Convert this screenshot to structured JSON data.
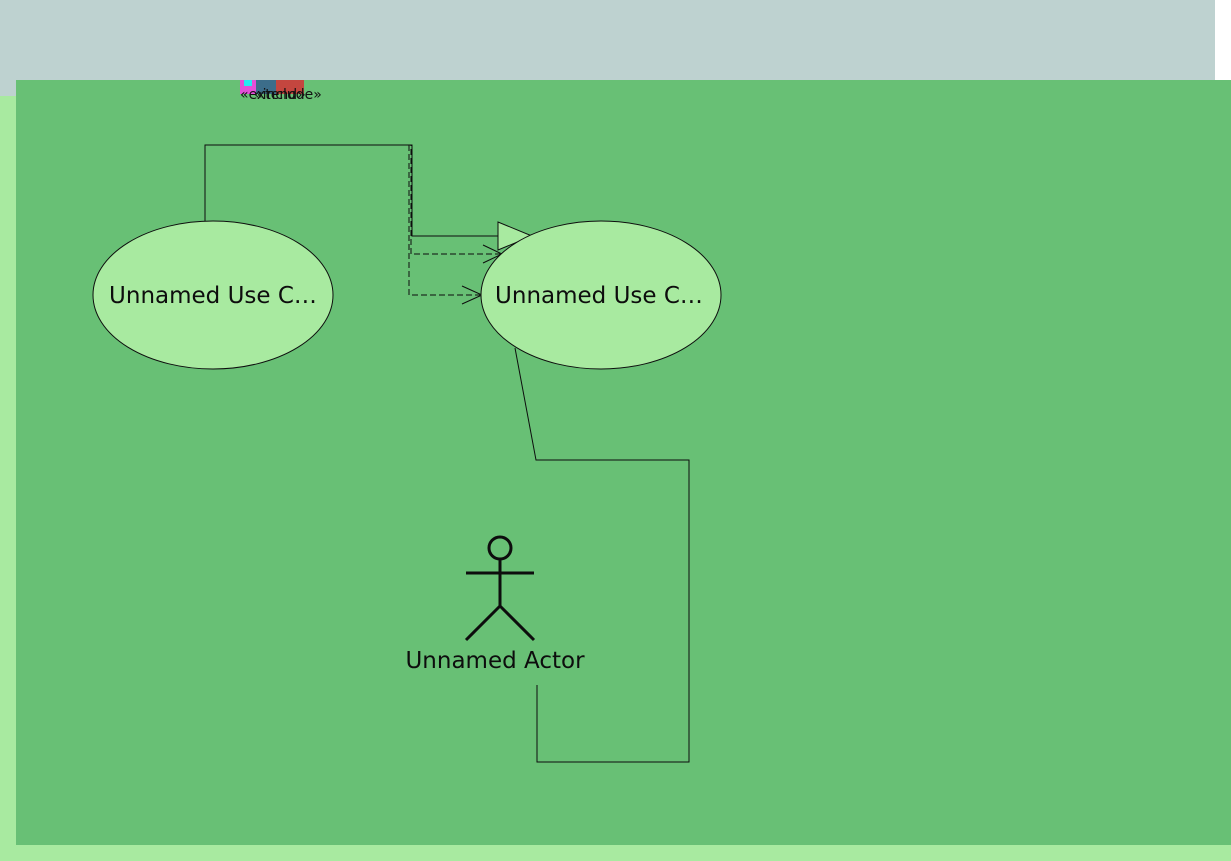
{
  "colors": {
    "canvas": "#68c075",
    "page_border": "#a8eaa0",
    "top_bar": "#bed2d0",
    "use_case_fill": "#a8eaa0",
    "stroke": "#0d0d0d"
  },
  "use_cases": [
    {
      "id": "uc-left",
      "label": "Unnamed Use C…"
    },
    {
      "id": "uc-right",
      "label": "Unnamed Use C…"
    }
  ],
  "actor": {
    "label": "Unnamed Actor"
  },
  "relations": [
    {
      "type": "generalization",
      "from": "uc-left",
      "to": "uc-right"
    },
    {
      "type": "extend",
      "from": "uc-left",
      "to": "uc-right",
      "stereotype": "«extend»"
    },
    {
      "type": "include",
      "from": "uc-left",
      "to": "uc-right",
      "stereotype": "«include»"
    },
    {
      "type": "association",
      "from": "actor",
      "to": "uc-right"
    }
  ]
}
